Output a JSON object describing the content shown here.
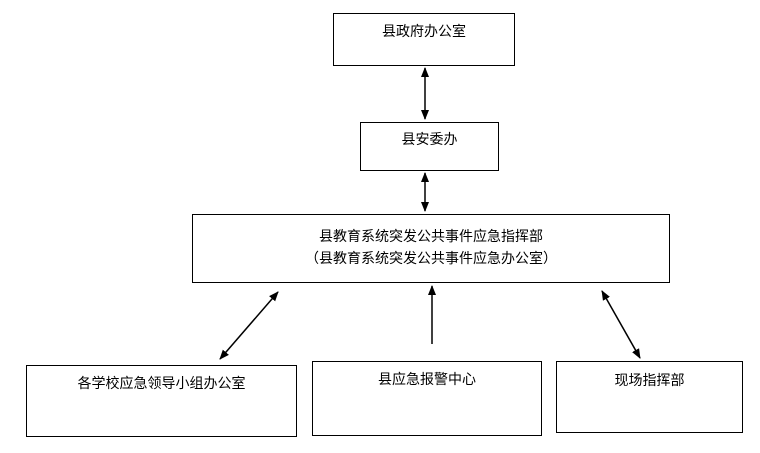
{
  "nodes": {
    "county_gov_office": {
      "label": "县政府办公室"
    },
    "county_safety_committee_office": {
      "label": "县安委办"
    },
    "emergency_command": {
      "line1": "县教育系统突发公共事件应急指挥部",
      "line2": "（县教育系统突发公共事件应急办公室）"
    },
    "school_leading_group_office": {
      "label": "各学校应急领导小组办公室"
    },
    "county_emergency_alarm_center": {
      "label": "县应急报警中心"
    },
    "onsite_command": {
      "label": "现场指挥部"
    }
  },
  "connectors": [
    {
      "from": "county_gov_office",
      "to": "county_safety_committee_office",
      "direction": "both"
    },
    {
      "from": "county_safety_committee_office",
      "to": "emergency_command",
      "direction": "both"
    },
    {
      "from": "emergency_command",
      "to": "school_leading_group_office",
      "direction": "both"
    },
    {
      "from": "county_emergency_alarm_center",
      "to": "emergency_command",
      "direction": "forward"
    },
    {
      "from": "emergency_command",
      "to": "onsite_command",
      "direction": "both"
    }
  ],
  "colors": {
    "line": "#000000",
    "box_border": "#000000",
    "background": "#ffffff"
  }
}
